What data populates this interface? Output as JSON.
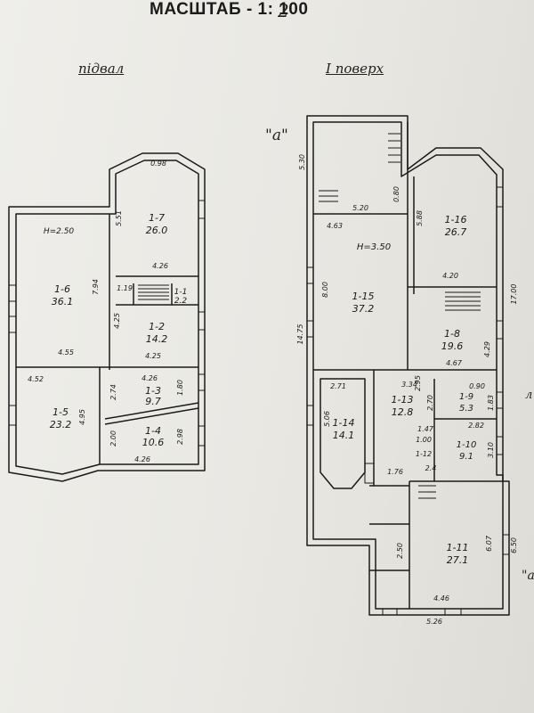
{
  "title": "МАСШТАБ - 1: 100",
  "title_mark": "2",
  "floors": [
    {
      "name": "підвал",
      "ceiling_height": "H=2.50",
      "rooms": [
        {
          "id": "1-7",
          "area": "26.0"
        },
        {
          "id": "1-6",
          "area": "36.1"
        },
        {
          "id": "1-1",
          "area": "2.2"
        },
        {
          "id": "1-2",
          "area": "14.2"
        },
        {
          "id": "1-3",
          "area": "9.7"
        },
        {
          "id": "1-5",
          "area": "23.2"
        },
        {
          "id": "1-4",
          "area": "10.6"
        }
      ],
      "dimensions": [
        "0.98",
        "5.51",
        "4.26",
        "7.94",
        "1.19",
        "4.25",
        "4.25",
        "4.55",
        "4.52",
        "4.26",
        "4.95",
        "2.74",
        "1.80",
        "2.00",
        "2.98",
        "4.26"
      ]
    },
    {
      "name": "I поверх",
      "ceiling_height": "H=3.50",
      "annotation": "\"a\"",
      "rooms": [
        {
          "id": "1-16",
          "area": "26.7"
        },
        {
          "id": "1-15",
          "area": "37.2"
        },
        {
          "id": "1-8",
          "area": "19.6"
        },
        {
          "id": "1-14",
          "area": "14.1"
        },
        {
          "id": "1-13",
          "area": "12.8"
        },
        {
          "id": "1-9",
          "area": "5.3"
        },
        {
          "id": "1-12",
          "area": ""
        },
        {
          "id": "1-10",
          "area": "9.1"
        },
        {
          "id": "1-11",
          "area": "27.1"
        }
      ],
      "dimensions": [
        "5.30",
        "5.20",
        "0.80",
        "5.88",
        "4.63",
        "8.00",
        "4.20",
        "17.00",
        "14.75",
        "4.67",
        "4.29",
        "2.71",
        "3.34",
        "2.95",
        "0.90",
        "1.83",
        "2.70",
        "2.82",
        "3.10",
        "5.06",
        "1.47",
        "1.00",
        "1.76",
        "2.4",
        "6.07",
        "6.50",
        "2.50",
        "4.46",
        "5.26"
      ]
    }
  ],
  "margin_marks": [
    "л",
    "\"a"
  ]
}
